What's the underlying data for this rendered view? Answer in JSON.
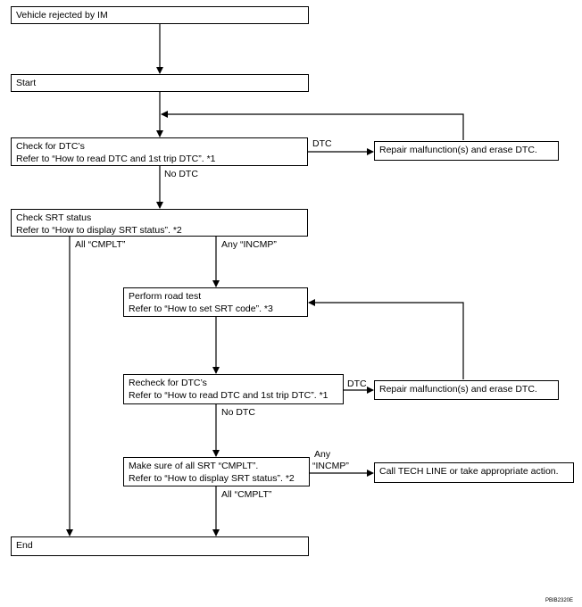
{
  "boxes": {
    "rejected": {
      "lines": [
        "Vehicle rejected by IM"
      ]
    },
    "start": {
      "lines": [
        "Start"
      ]
    },
    "check_dtc": {
      "lines": [
        "Check for DTC’s",
        "Refer to “How to read DTC and 1st trip DTC”. *1"
      ]
    },
    "repair1": {
      "lines": [
        "Repair malfunction(s) and erase DTC."
      ]
    },
    "check_srt": {
      "lines": [
        "Check SRT status",
        "Refer to “How to display SRT status”. *2"
      ]
    },
    "road_test": {
      "lines": [
        "Perform road test",
        "Refer to “How to set SRT code”. *3"
      ]
    },
    "recheck_dtc": {
      "lines": [
        "Recheck for DTC’s",
        "Refer to “How to read DTC and 1st trip DTC”. *1"
      ]
    },
    "repair2": {
      "lines": [
        "Repair malfunction(s) and erase DTC."
      ]
    },
    "make_sure": {
      "lines": [
        "Make sure of all SRT “CMPLT”.",
        "Refer to “How to display SRT status”. *2"
      ]
    },
    "tech_line": {
      "lines": [
        "Call TECH LINE or take appropriate action."
      ]
    },
    "end": {
      "lines": [
        "End"
      ]
    }
  },
  "labels": {
    "dtc1": "DTC",
    "no_dtc1": "No DTC",
    "all_cmplt1": "All “CMPLT”",
    "any_incmp1": "Any “INCMP”",
    "dtc2": "DTC",
    "no_dtc2": "No DTC",
    "any": "Any",
    "incmp2": "“INCMP”",
    "all_cmplt2": "All “CMPLT”"
  },
  "figure_code": "PBIB2320E"
}
